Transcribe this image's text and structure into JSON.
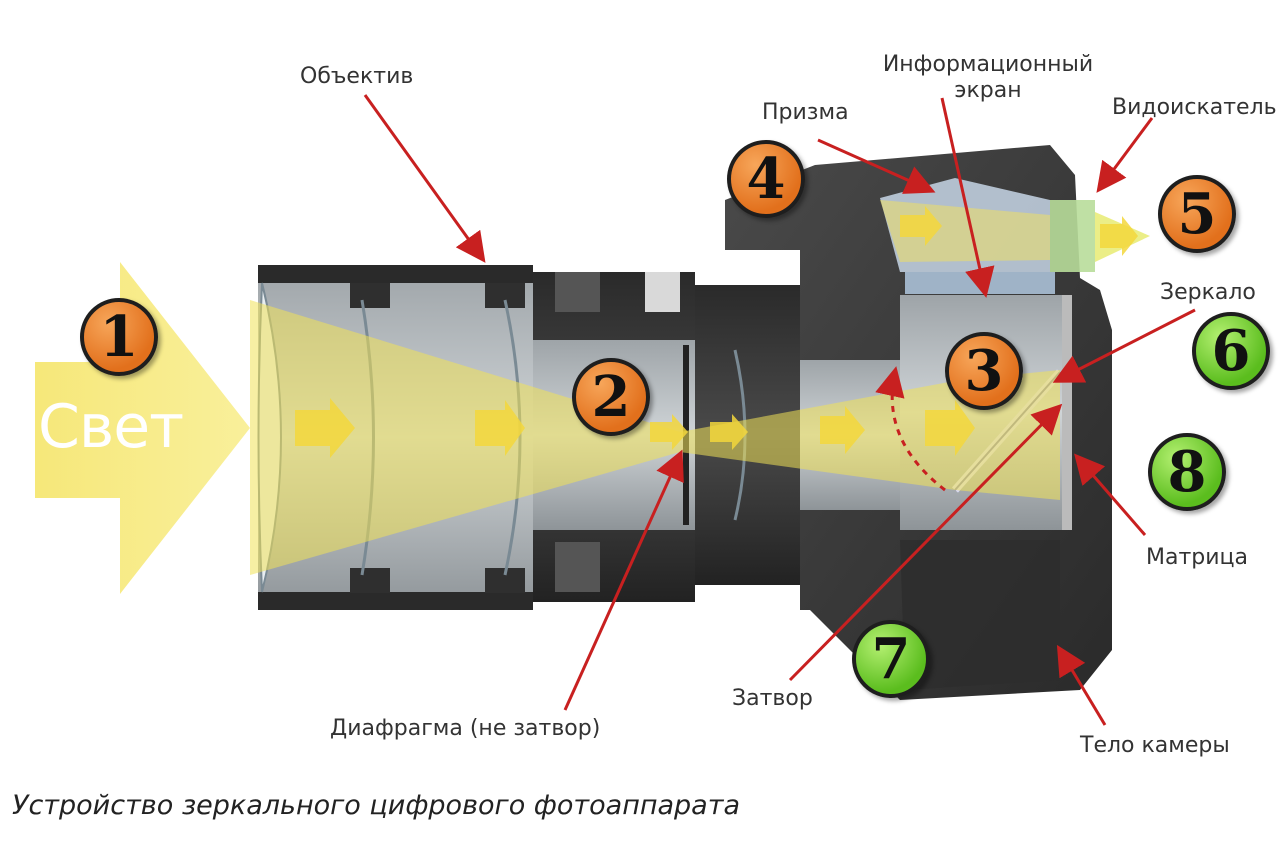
{
  "light_label": "Свет",
  "labels": {
    "lens": "Объектив",
    "info_screen_line1": "Информационный",
    "info_screen_line2": "экран",
    "prism": "Призма",
    "viewfinder": "Видоискатель",
    "mirror": "Зеркало",
    "sensor": "Матрица",
    "shutter": "Затвор",
    "aperture": "Диафрагма (не затвор)",
    "body": "Тело камеры"
  },
  "badges": [
    "1",
    "2",
    "3",
    "4",
    "5",
    "6",
    "7",
    "8"
  ],
  "caption": "Устройство зеркального цифрового фотоаппарата",
  "colors": {
    "light": "#f3e04a",
    "badge_orange": "#e2701c",
    "badge_green": "#5bbd1e",
    "arrow": "#c82020",
    "camera_body": "#3a3a3a",
    "lens_metal": "#b9bfc3"
  }
}
